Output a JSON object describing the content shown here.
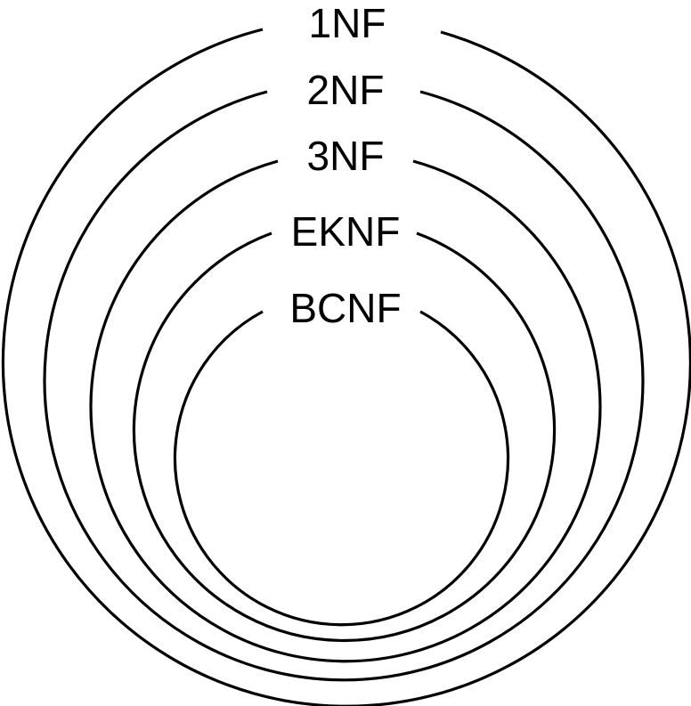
{
  "diagram": {
    "rings": [
      {
        "label": "1NF"
      },
      {
        "label": "2NF"
      },
      {
        "label": "3NF"
      },
      {
        "label": "EKNF"
      },
      {
        "label": "BCNF"
      }
    ]
  },
  "colors": {
    "stroke": "#000000",
    "text": "#000000",
    "background": "#ffffff"
  }
}
